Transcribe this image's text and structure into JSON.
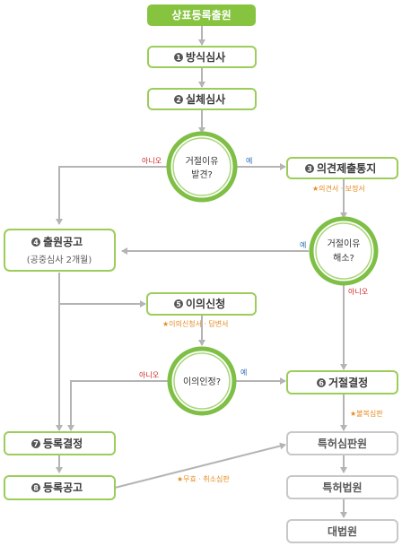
{
  "nodes": {
    "start": "상표등록출원",
    "formal_exam": {
      "num": "1",
      "label": "방식심사"
    },
    "substantive_exam": {
      "num": "2",
      "label": "실체심사"
    },
    "refusal_found": {
      "line1": "거절이유",
      "line2": "발견?"
    },
    "opinion_notice": {
      "num": "3",
      "label": "의견제출통지"
    },
    "opinion_note": "★의견서ㆍ보정서",
    "refusal_resolved": {
      "line1": "거절이유",
      "line2": "해소?"
    },
    "publication": {
      "num": "4",
      "label": "출원공고",
      "sub": "(공중심사 2개월)"
    },
    "opposition": {
      "num": "5",
      "label": "이의신청"
    },
    "opposition_note": "★이의신청서ㆍ답변서",
    "opposition_accepted": {
      "line1": "이의인정?"
    },
    "refusal_decision": {
      "num": "6",
      "label": "거절결정"
    },
    "appeal_note": "★불복심판",
    "registration_decision": {
      "num": "7",
      "label": "등록결정"
    },
    "trial_board": "특허심판원",
    "registration_publication": {
      "num": "8",
      "label": "등록공고"
    },
    "invalidation_note": "★무효ㆍ취소심판",
    "patent_court": "특허법원",
    "supreme_court": "대법원"
  },
  "edge_labels": {
    "yes": "예",
    "no": "아니오"
  },
  "colors": {
    "green_fill": "#86c440",
    "green_border": "#9ccd5a",
    "gray_border": "#c8c8c8",
    "arrow": "#b4b4b4",
    "circle_outer": "#7fbf45",
    "circle_inner": "#a9d67c",
    "note": "#e58a1f",
    "yes": "#2f6fb5",
    "no": "#cc2222"
  }
}
